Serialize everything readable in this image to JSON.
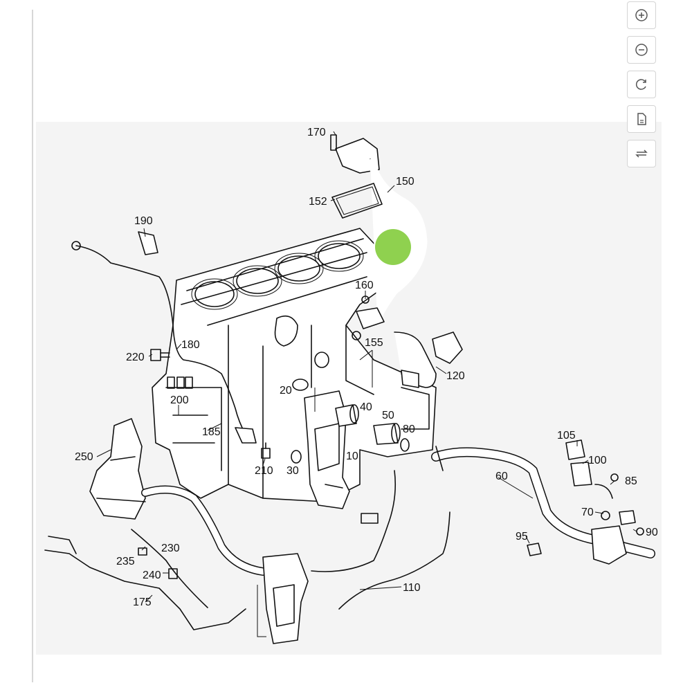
{
  "toolbar": {
    "zoom_in": "zoom-in",
    "zoom_out": "zoom-out",
    "reset": "reset-view",
    "document": "document",
    "swap": "swap"
  },
  "highlight_color": "#8fd14f",
  "callouts": {
    "c170": "170",
    "c150": "150",
    "c152": "152",
    "c190": "190",
    "c160": "160",
    "c155": "155",
    "c180": "180",
    "c220": "220",
    "c120": "120",
    "c200": "200",
    "c20": "20",
    "c40": "40",
    "c50": "50",
    "c80": "80",
    "c185": "185",
    "c250": "250",
    "c10": "10",
    "c210": "210",
    "c30": "30",
    "c105": "105",
    "c100": "100",
    "c60": "60",
    "c85": "85",
    "c70": "70",
    "c95": "95",
    "c90": "90",
    "c230": "230",
    "c235": "235",
    "c240": "240",
    "c110": "110",
    "c175": "175"
  }
}
